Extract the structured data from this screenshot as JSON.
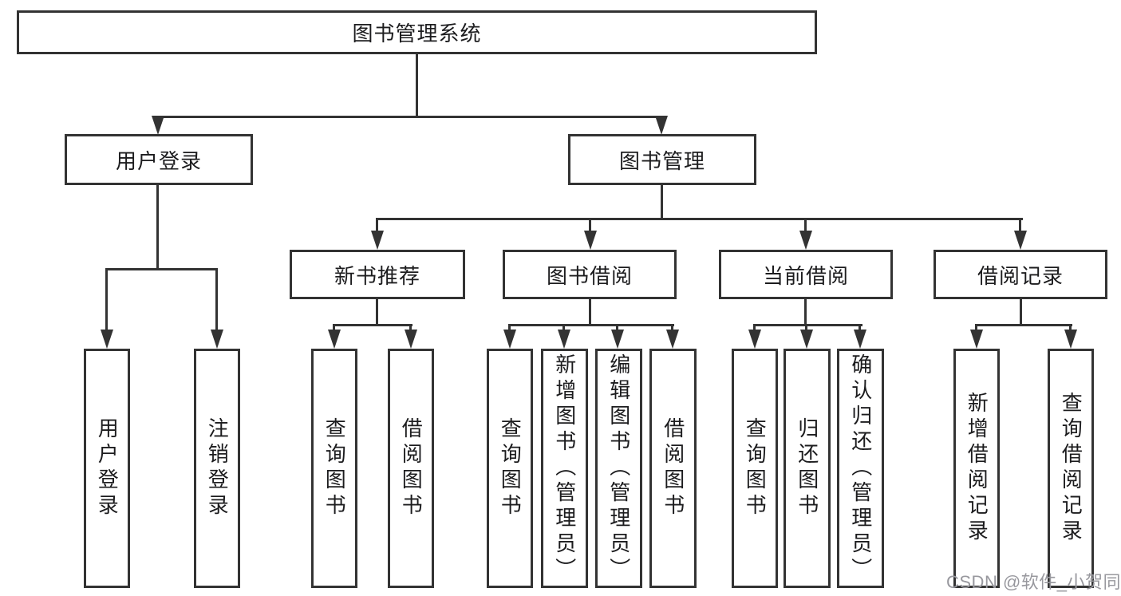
{
  "tree": {
    "root": "图书管理系统",
    "user_login": {
      "label": "用户登录",
      "children": [
        "用户登录",
        "注销登录"
      ]
    },
    "book_mgmt": {
      "label": "图书管理",
      "groups": [
        {
          "label": "新书推荐",
          "children": [
            "查询图书",
            "借阅图书"
          ]
        },
        {
          "label": "图书借阅",
          "children": [
            "查询图书",
            "新增图书（管理员）",
            "编辑图书（管理员）",
            "借阅图书"
          ]
        },
        {
          "label": "当前借阅",
          "children": [
            "查询图书",
            "归还图书",
            "确认归还（管理员）"
          ]
        },
        {
          "label": "借阅记录",
          "children": [
            "新增借阅记录",
            "查询借阅记录"
          ]
        }
      ]
    }
  },
  "watermark": "CSDN @软件_小贺同学",
  "colors": {
    "line": "#333333",
    "box_border": "#333333",
    "text": "#1c1c1e",
    "background": "#ffffff",
    "watermark": "#98989e"
  }
}
